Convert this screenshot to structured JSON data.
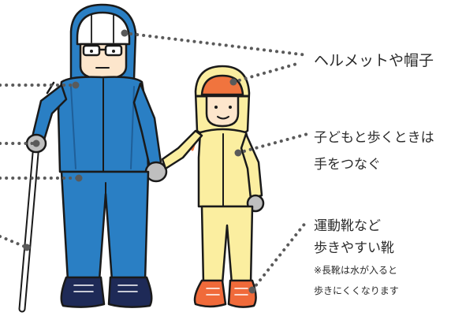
{
  "labels": {
    "helmet": "ヘルメットや帽子",
    "hand_line1": "子どもと歩くときは",
    "hand_line2": "手をつなぐ",
    "shoes_line1": "運動靴など",
    "shoes_line2": "歩きやすい靴",
    "note_line1": "※長靴は水が入ると",
    "note_line2": "歩きにくくなります"
  },
  "colors": {
    "adult_coat": "#2a7fc4",
    "adult_shade": "#1f5f99",
    "child_coat": "#fbeea0",
    "child_shade": "#e9d66a",
    "child_cap": "#f0743e",
    "outline": "#1a1a1a",
    "marker": "#5a5a5a",
    "skin": "#fde6cc",
    "glove": "#bfbfbf",
    "adult_shoe": "#1e2a57",
    "child_shoe": "#f06a3a"
  }
}
